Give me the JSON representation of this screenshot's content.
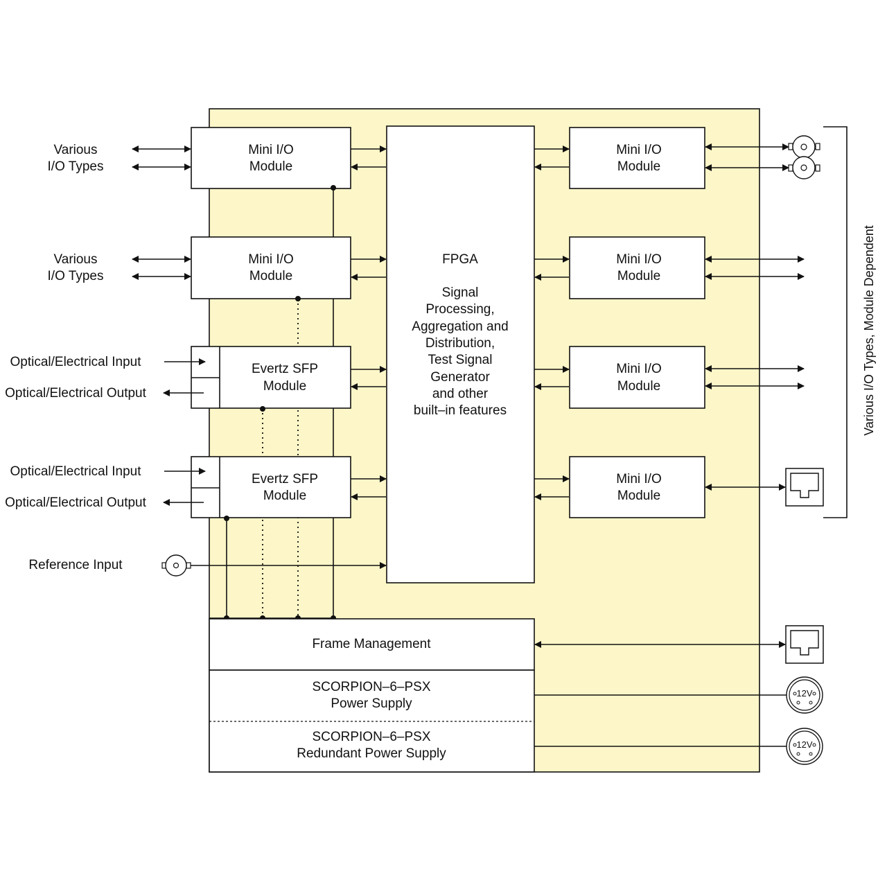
{
  "colors": {
    "chassis": "#fdf6c8",
    "line": "#111111",
    "box": "#ffffff"
  },
  "left_labels": {
    "io1": [
      "Various",
      "I/O Types"
    ],
    "io2": [
      "Various",
      "I/O Types"
    ],
    "sfp1_in": "Optical/Electrical Input",
    "sfp1_out": "Optical/Electrical Output",
    "sfp2_in": "Optical/Electrical Input",
    "sfp2_out": "Optical/Electrical Output",
    "reference": "Reference Input"
  },
  "left_modules": [
    {
      "line1": "Mini I/O",
      "line2": "Module"
    },
    {
      "line1": "Mini I/O",
      "line2": "Module"
    },
    {
      "line1": "Evertz SFP",
      "line2": "Module"
    },
    {
      "line1": "Evertz SFP",
      "line2": "Module"
    }
  ],
  "right_modules": [
    {
      "line1": "Mini I/O",
      "line2": "Module"
    },
    {
      "line1": "Mini I/O",
      "line2": "Module"
    },
    {
      "line1": "Mini I/O",
      "line2": "Module"
    },
    {
      "line1": "Mini I/O",
      "line2": "Module"
    }
  ],
  "fpga": {
    "title": "FPGA",
    "lines": [
      "Signal",
      "Processing,",
      "Aggregation and",
      "Distribution,",
      "Test Signal",
      "Generator",
      "and other",
      "built–in features"
    ]
  },
  "frame_management": "Frame Management",
  "power_supply": [
    "SCORPION–6–PSX",
    "Power Supply"
  ],
  "redundant_power_supply": [
    "SCORPION–6–PSX",
    "Redundant Power Supply"
  ],
  "connector_label": "12V",
  "right_bracket_label": "Various I/O Types, Module Dependent",
  "connectors": {
    "io_top": "bnc-connector-icon",
    "io_bottom": "rj45-connector-icon",
    "frame": "rj45-connector-icon",
    "power": "xlr-4pin-12v-connector-icon",
    "reference": "bnc-connector-icon"
  }
}
